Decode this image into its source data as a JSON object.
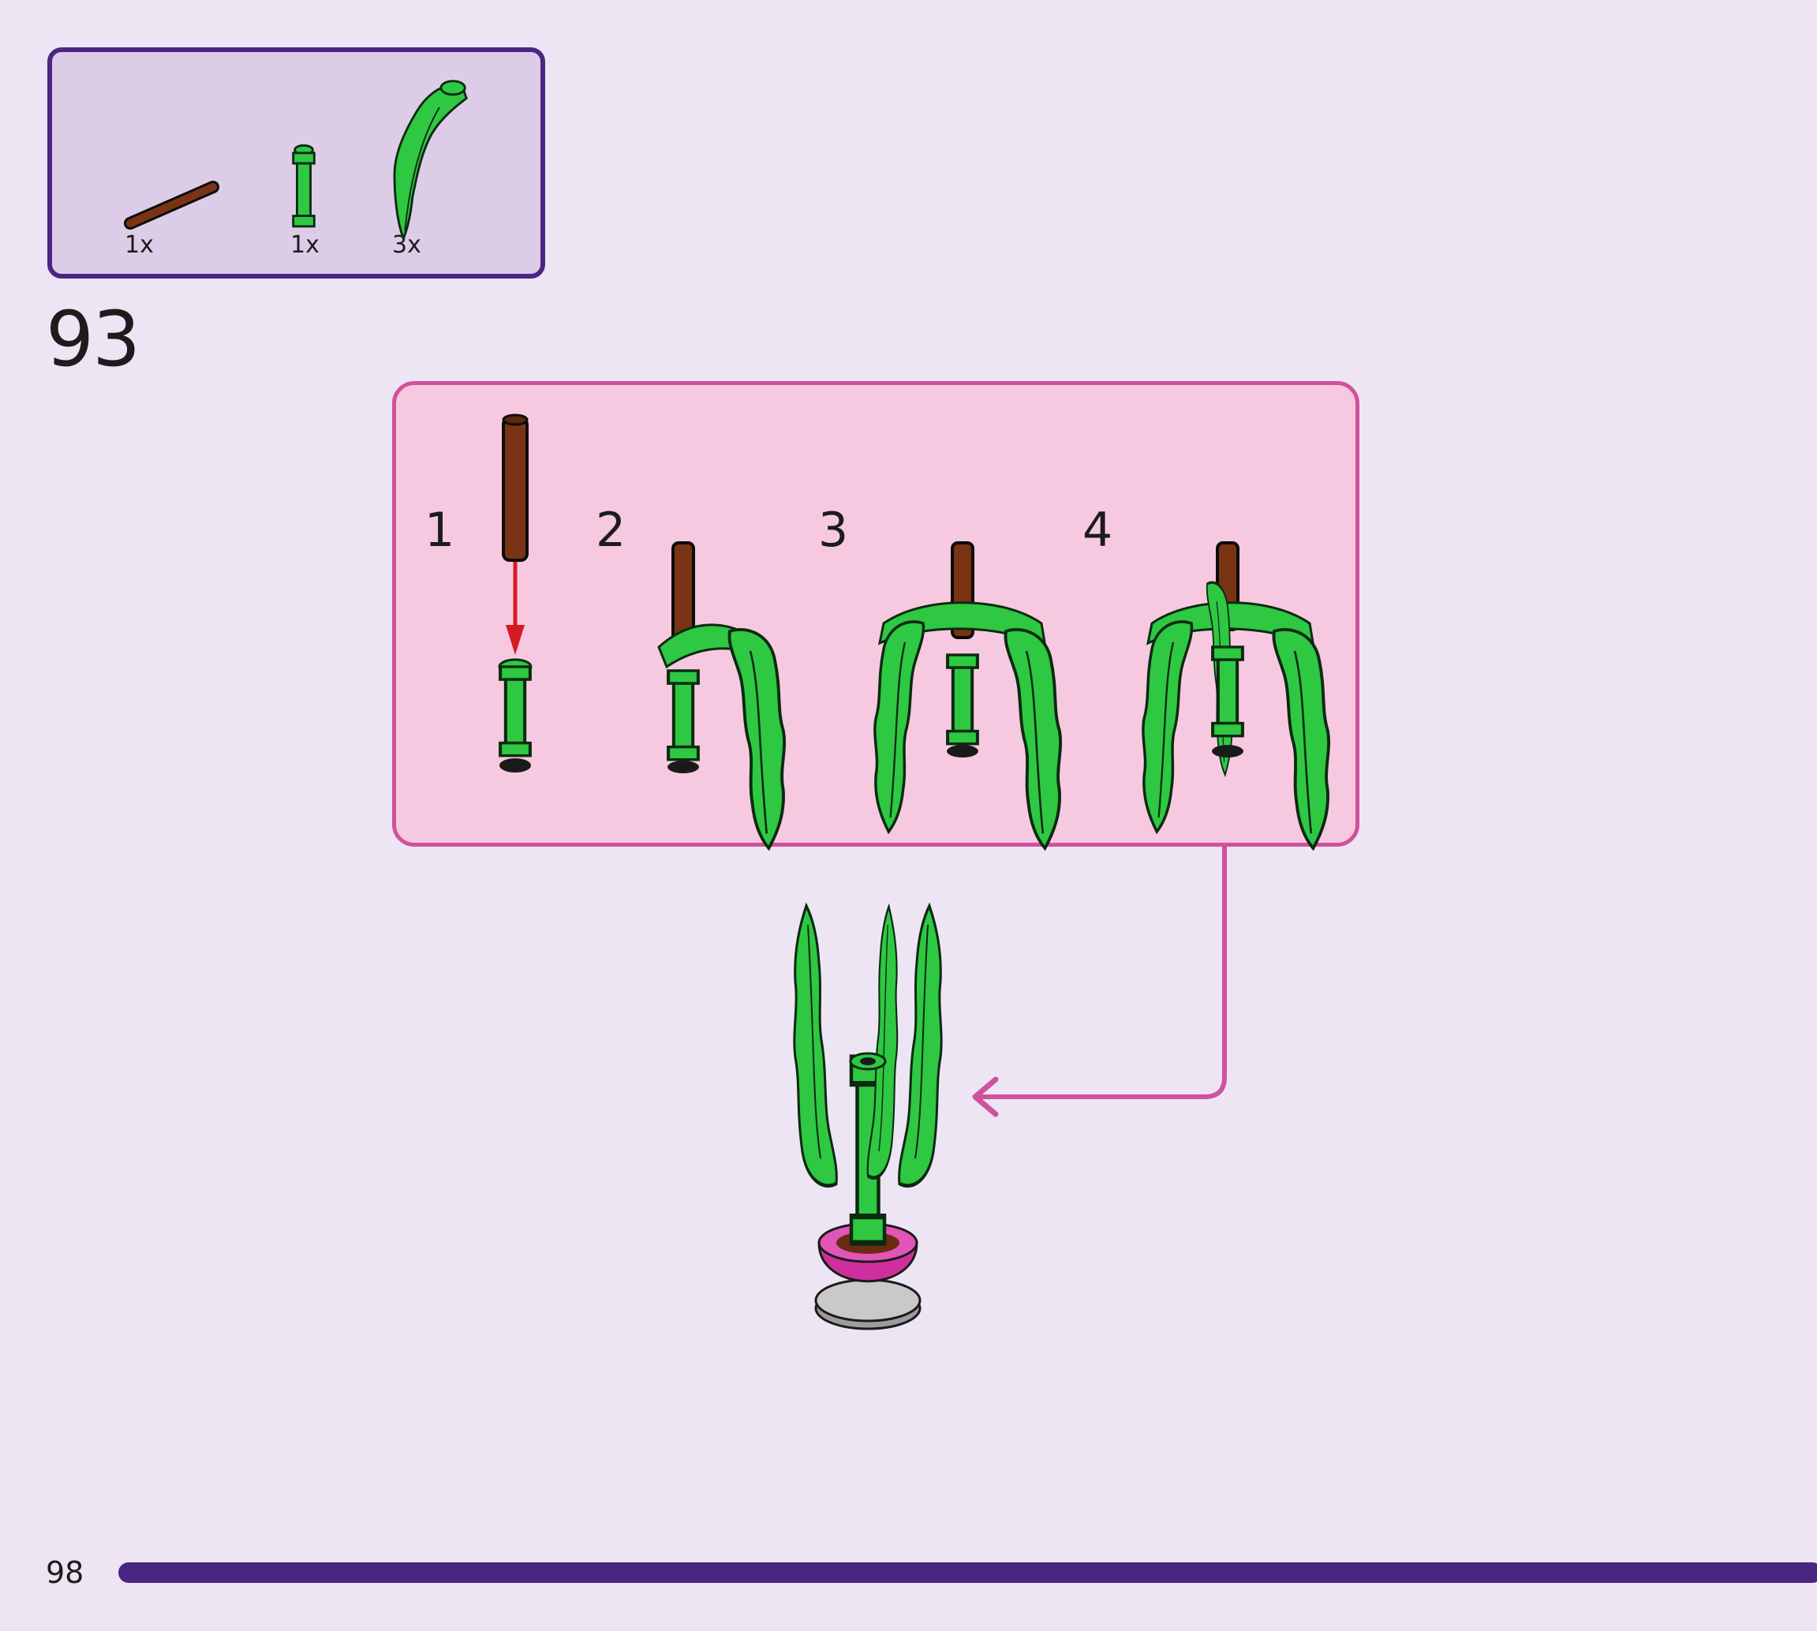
{
  "parts_list": {
    "items": [
      {
        "name": "brown-bar",
        "color": "#7a3413",
        "quantity": "1x"
      },
      {
        "name": "green-bar-with-clips",
        "color": "#2ec843",
        "quantity": "1x"
      },
      {
        "name": "green-palm-leaf",
        "color": "#2ec843",
        "quantity": "3x"
      }
    ]
  },
  "step": {
    "number": "93"
  },
  "substeps": [
    {
      "number": "1"
    },
    {
      "number": "2"
    },
    {
      "number": "3"
    },
    {
      "number": "4"
    }
  ],
  "colors": {
    "background": "#ede5f4",
    "accent_purple": "#4a2682",
    "accent_pink": "#d0519c",
    "arrow_red": "#d61a22",
    "leaf_green": "#2ec843",
    "stem_brown": "#7a3413",
    "pot_magenta": "#cf2f9e",
    "base_gray": "#b0b0b0"
  },
  "footer": {
    "page_number": "98"
  }
}
